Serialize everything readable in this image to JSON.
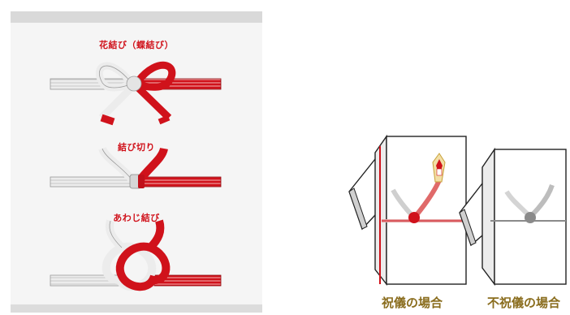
{
  "mizuhiki_types": [
    {
      "label": "花結び（蝶結び）"
    },
    {
      "label": "結び切り"
    },
    {
      "label": "あわじ結び"
    }
  ],
  "noshi_cases": [
    {
      "label": "祝儀の場合"
    },
    {
      "label": "不祝儀の場合"
    }
  ],
  "colors": {
    "red": "#d0121b",
    "white_cord": "#e9e9e9",
    "gray_cord": "#a9a9a9",
    "caption": "#8a6d1e"
  }
}
